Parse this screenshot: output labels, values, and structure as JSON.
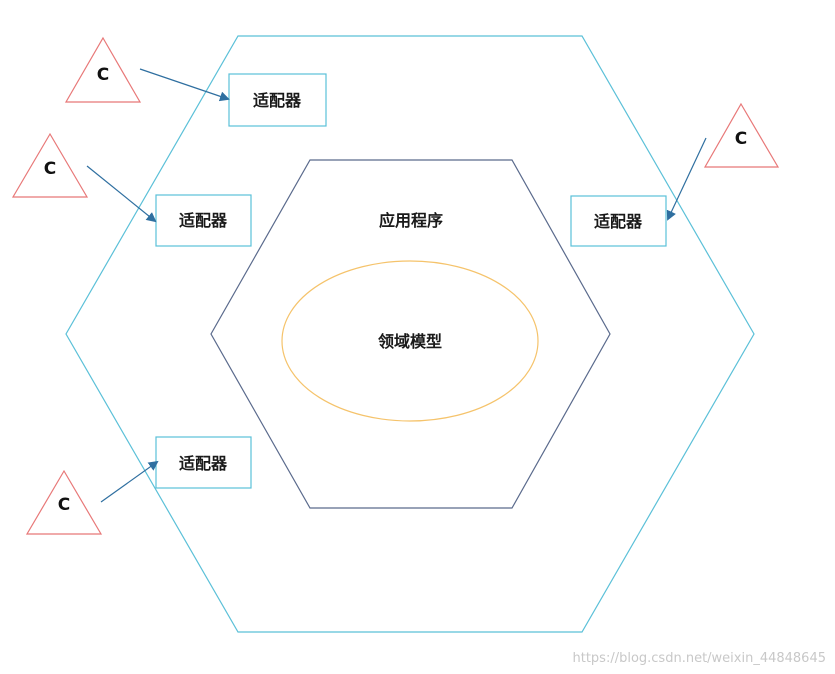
{
  "outer_layer": {
    "adapters": [
      {
        "label": "适配器"
      },
      {
        "label": "适配器"
      },
      {
        "label": "适配器"
      },
      {
        "label": "适配器"
      }
    ]
  },
  "application_layer": {
    "label": "应用程序"
  },
  "domain_model": {
    "label": "领域模型"
  },
  "clients": [
    {
      "label": "C"
    },
    {
      "label": "C"
    },
    {
      "label": "C"
    },
    {
      "label": "C"
    }
  ],
  "watermark": "https://blog.csdn.net/weixin_44848645",
  "colors": {
    "outer_hexagon": "#5bc0d8",
    "inner_hexagon": "#5a6a8c",
    "domain_ellipse": "#f5c36b",
    "adapter_border": "#5bc0d8",
    "client_triangle": "#e87878",
    "arrow": "#2f6fa0"
  }
}
